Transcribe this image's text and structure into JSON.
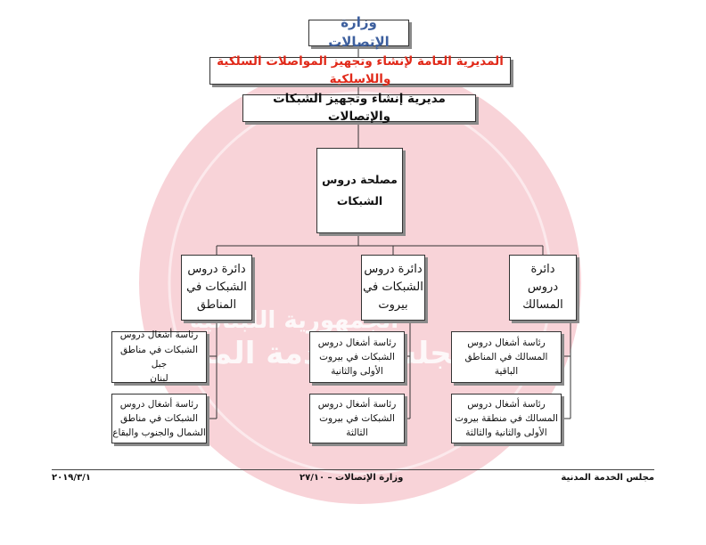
{
  "chart": {
    "ministry": "وزارة الإتصالات",
    "general_directorate": "المديرية العامة لإنشاء وتجهيز المواصلات السلكية واللاسلكية",
    "directorate": "مديرية إنشاء وتجهيز الشبكات والإتصالات",
    "service": [
      "مصلحة دروس",
      "الشبكات"
    ],
    "departments": {
      "regions": [
        "دائرة دروس",
        "الشبكات في",
        "المناطق"
      ],
      "beirut": [
        "دائرة دروس",
        "الشبكات في",
        "بيروت"
      ],
      "routes": [
        "دائرة",
        "دروس",
        "المسالك"
      ]
    },
    "sections": {
      "mount_lebanon": [
        "رئاسة أشغال دروس",
        "الشبكات في مناطق جبل",
        "لبنان"
      ],
      "north_south_bekaa": [
        "رئاسة أشغال دروس",
        "الشبكات في مناطق",
        "الشمال والجنوب والبقاع"
      ],
      "beirut_1_2": [
        "رئاسة أشغال دروس",
        "الشبكات في بيروت",
        "الأولى والثانية"
      ],
      "beirut_3": [
        "رئاسة أشغال دروس",
        "الشبكات في بيروت",
        "الثالثة"
      ],
      "routes_remaining": [
        "رئاسة أشغال دروس",
        "المسالك في المناطق الباقية"
      ],
      "routes_beirut_1_2_3": [
        "رئاسة أشغال دروس",
        "المسالك في منطقة بيروت",
        "الأولى والثانية والثالثة"
      ]
    }
  },
  "watermark": {
    "line1": "الجمهورية اللبنانية",
    "line2": "مجلس الخدمة المدنية",
    "color": "#f2b8c0"
  },
  "footer": {
    "right": "مجلس الخدمة المدنية",
    "center": "وزارة الإتصالات – ٢٧/١٠",
    "left": "٢٠١٩/٣/١"
  },
  "colors": {
    "ministry_text": "#3d5f9e",
    "general_directorate_text": "#e12a1a",
    "border": "#333333",
    "shadow": "#8a8a8a"
  }
}
